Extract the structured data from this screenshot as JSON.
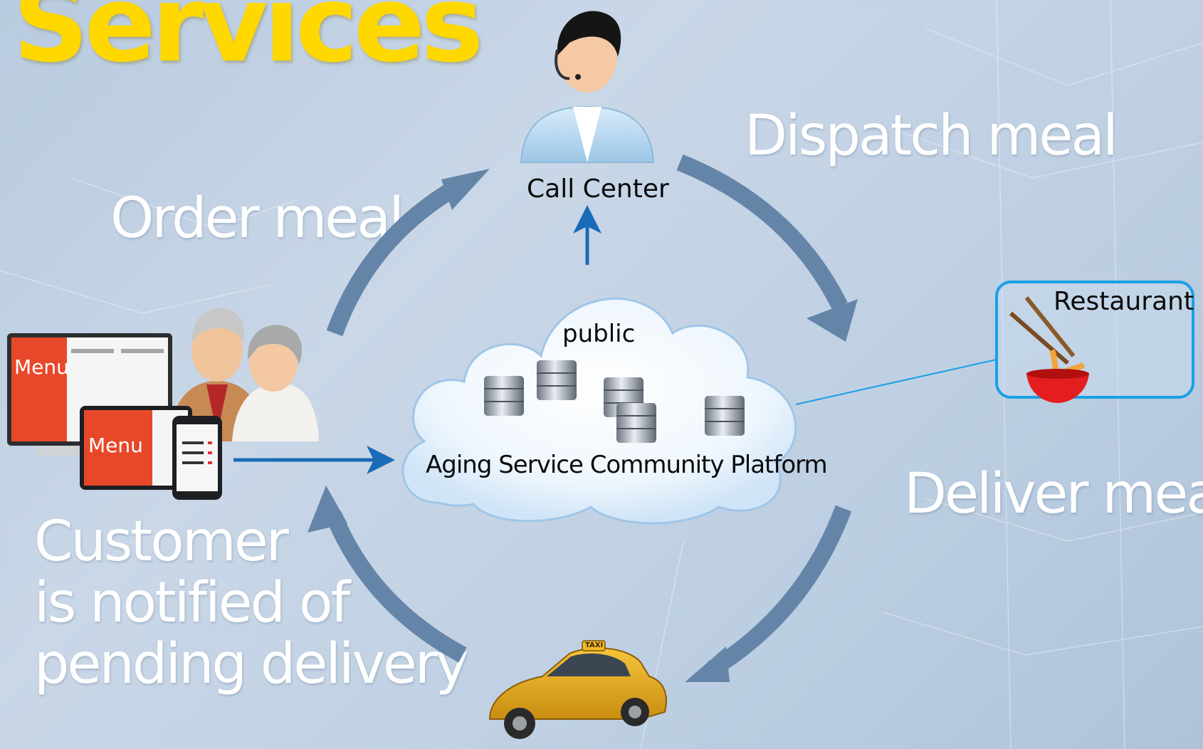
{
  "title": "Services",
  "labels": {
    "order_meal": "Order meal",
    "dispatch_meal": "Dispatch meal",
    "deliver_meal": "Deliver meal",
    "customer_lines": [
      "Customer",
      "is notified of",
      "pending delivery"
    ]
  },
  "nodes": {
    "call_center": "Call Center",
    "restaurant": "Restaurant",
    "cloud_top": "public",
    "platform": "Aging Service Community Platform",
    "menu_text": "Menu",
    "taxi_sign": "TAXI"
  },
  "colors": {
    "title": "#ffd800",
    "cycle_arrow": "#6585a8",
    "link_arrow": "#1a6bb8",
    "restaurant_border": "#1aa0e6",
    "menu_panel": "#e8482a"
  }
}
